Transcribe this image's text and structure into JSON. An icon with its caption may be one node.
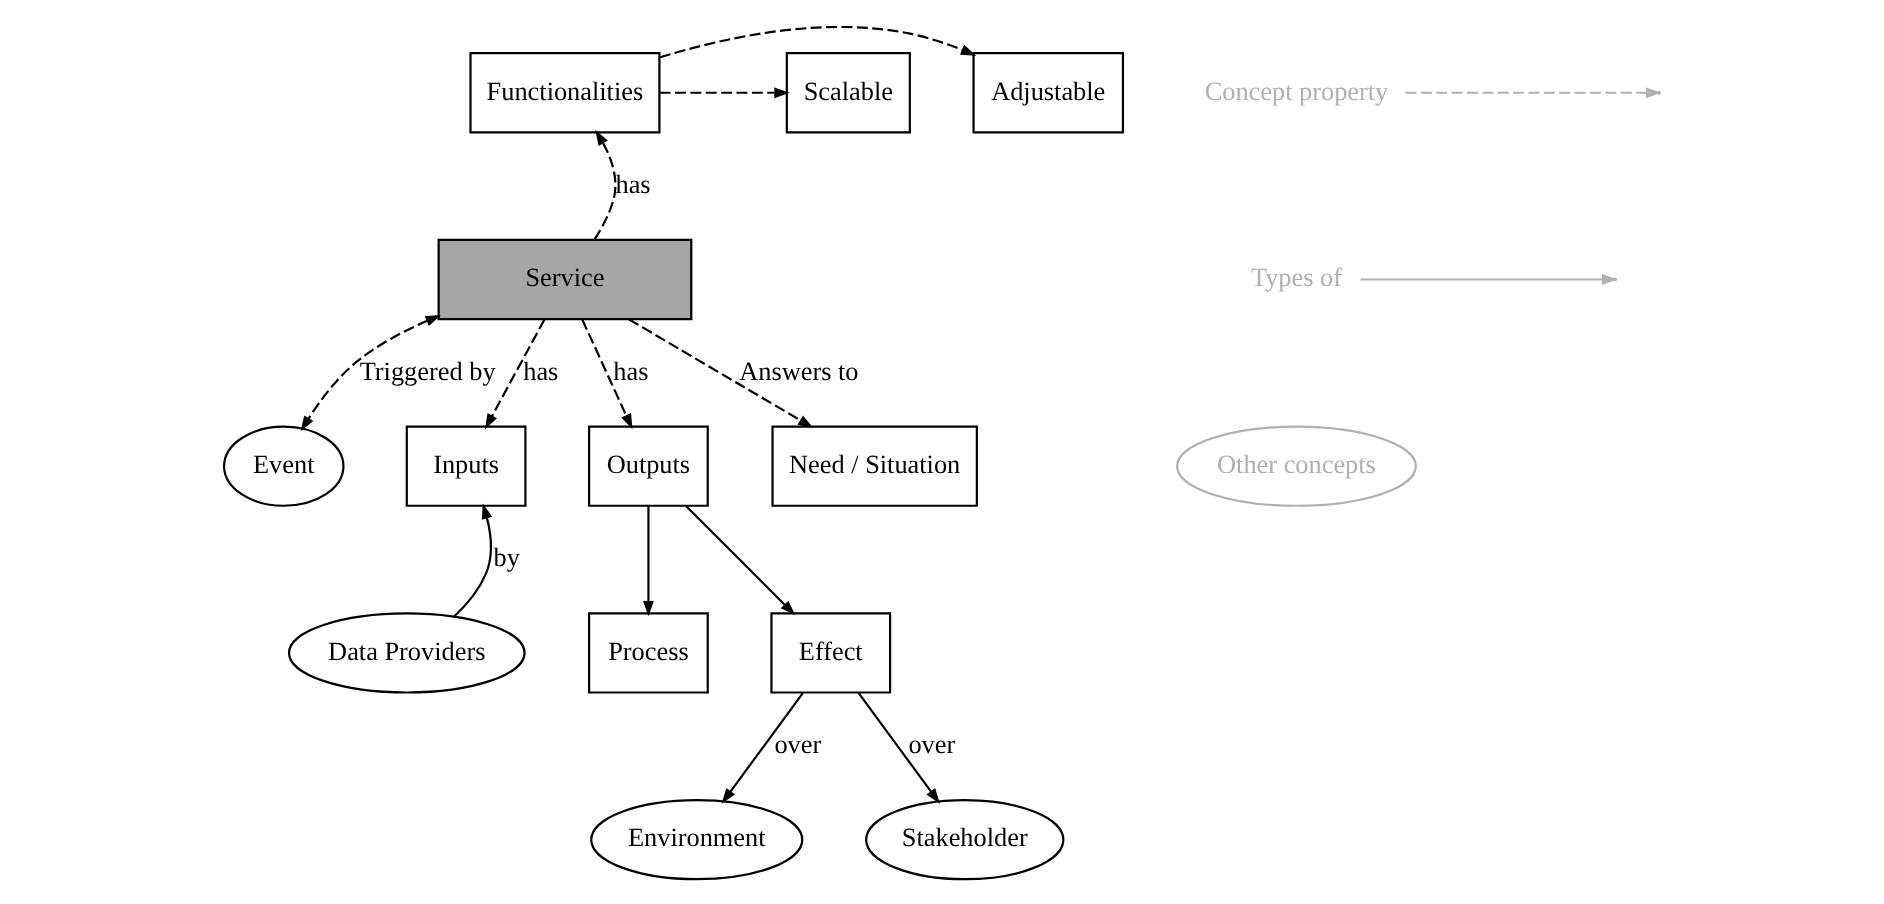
{
  "diagram": {
    "nodes": [
      {
        "text": [
          "Adjustable"
        ]
      },
      {
        "text": [
          "Functionalities"
        ]
      },
      {
        "text": [
          "Scalable"
        ]
      },
      {
        "text": [
          "Service"
        ]
      },
      {
        "text": [
          "Event"
        ]
      },
      {
        "text": [
          "Inputs"
        ]
      },
      {
        "text": [
          "Outputs"
        ]
      },
      {
        "text": [
          "Need / Situation"
        ]
      },
      {
        "text": [
          "Data Providers"
        ]
      },
      {
        "text": [
          "Process"
        ]
      },
      {
        "text": [
          "Effect"
        ]
      },
      {
        "text": [
          "Environment"
        ]
      },
      {
        "text": [
          "Stakeholder"
        ]
      }
    ],
    "edges": [
      {
        "from": 1,
        "to": 0,
        "arrow": "to",
        "style": "dashed"
      },
      {
        "from": 1,
        "to": 2,
        "arrow": "to",
        "style": "dashed"
      },
      {
        "from": 3,
        "to": 1,
        "arrow": "to",
        "style": "dashed",
        "label": "has"
      },
      {
        "from": 3,
        "to": 4,
        "arrow": "both",
        "style": "dashed",
        "label": "Triggered by"
      },
      {
        "from": 3,
        "to": 5,
        "arrow": "to",
        "style": "dashed",
        "label": "has"
      },
      {
        "from": 3,
        "to": 6,
        "arrow": "to",
        "style": "dashed",
        "label": "has"
      },
      {
        "from": 3,
        "to": 7,
        "arrow": "to",
        "style": "dashed",
        "label": "Answers to"
      },
      {
        "from": 8,
        "to": 5,
        "arrow": "to",
        "label": "by"
      },
      {
        "from": 6,
        "to": 9,
        "arrow": "to"
      },
      {
        "from": 6,
        "to": 10,
        "arrow": "to"
      },
      {
        "from": 10,
        "to": 11,
        "arrow": "to",
        "label": "over"
      },
      {
        "from": 10,
        "to": 12,
        "arrow": "to",
        "label": "over"
      }
    ],
    "legend": [
      {
        "text": "Concept property"
      },
      {
        "text": "Types of"
      },
      {
        "text": "Other concepts"
      }
    ]
  }
}
